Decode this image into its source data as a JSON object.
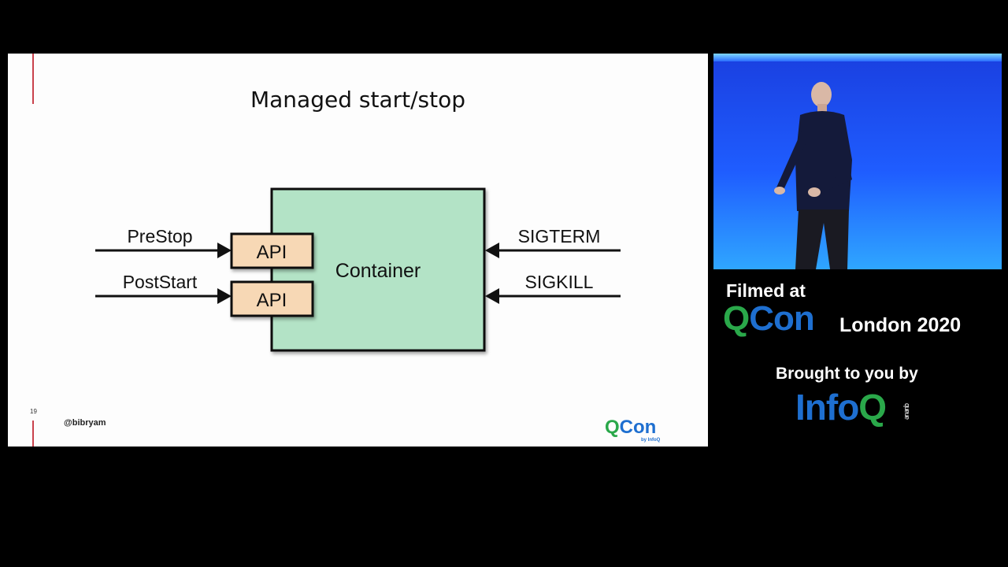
{
  "slide": {
    "title": "Managed start/stop",
    "page_number": "19",
    "handle": "@bibryam",
    "logo": {
      "text": "QCon",
      "sub": "by InfoQ"
    }
  },
  "diagram": {
    "container_label": "Container",
    "api_labels": [
      "API",
      "API"
    ],
    "left_inputs": [
      "PreStop",
      "PostStart"
    ],
    "right_inputs": [
      "SIGTERM",
      "SIGKILL"
    ],
    "colors": {
      "container": "#b3e3c6",
      "api": "#f7d8b5"
    }
  },
  "sidebar": {
    "filmed_at": "Filmed at",
    "qcon": "QCon",
    "event": "London 2020",
    "brought_by": "Brought to you by",
    "infoq": {
      "info": "Info",
      "q": "Q",
      "queue": "queue"
    },
    "colors": {
      "green": "#2aa84a",
      "blue": "#1e6fd0"
    }
  }
}
